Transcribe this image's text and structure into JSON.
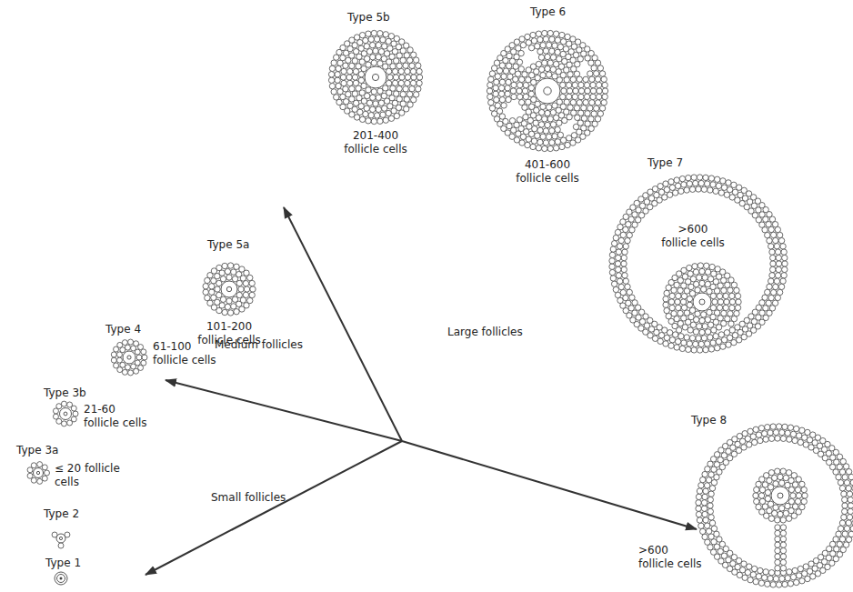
{
  "diagram": {
    "labels": [
      "Type 1",
      "Type 2",
      "Type 3a",
      "≤ 20 follicle cells",
      "Type 3b",
      "21-60 follicle cells",
      "Type 4",
      "61-100 follicle cells",
      "Type 5a",
      "101-200 follicle cells",
      "Type 5b",
      "201-400 follicle cells",
      "Type 6",
      "401-600 follicle cells",
      "Type 7",
      ">600 follicle cells",
      "Type 8",
      ">600 follicle cells",
      "Small follicles",
      "Medium follicles",
      "Large follicles"
    ]
  }
}
